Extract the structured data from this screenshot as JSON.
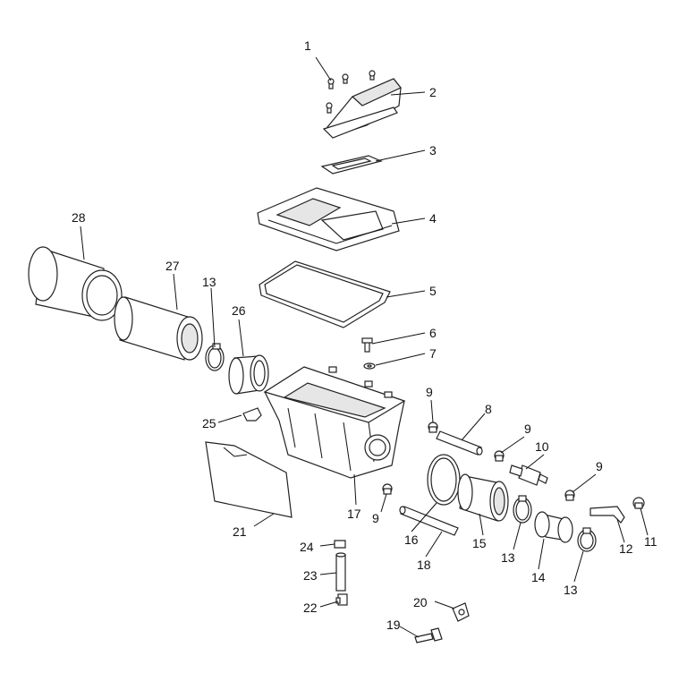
{
  "diagram": {
    "callouts": [
      {
        "id": "c1",
        "text": "1"
      },
      {
        "id": "c2",
        "text": "2"
      },
      {
        "id": "c3",
        "text": "3"
      },
      {
        "id": "c4",
        "text": "4"
      },
      {
        "id": "c5",
        "text": "5"
      },
      {
        "id": "c6",
        "text": "6"
      },
      {
        "id": "c7",
        "text": "7"
      },
      {
        "id": "c8",
        "text": "8"
      },
      {
        "id": "c9a",
        "text": "9"
      },
      {
        "id": "c9b",
        "text": "9"
      },
      {
        "id": "c9c",
        "text": "9"
      },
      {
        "id": "c9d",
        "text": "9"
      },
      {
        "id": "c10",
        "text": "10"
      },
      {
        "id": "c11",
        "text": "11"
      },
      {
        "id": "c12",
        "text": "12"
      },
      {
        "id": "c13a",
        "text": "13"
      },
      {
        "id": "c13b",
        "text": "13"
      },
      {
        "id": "c13c",
        "text": "13"
      },
      {
        "id": "c14",
        "text": "14"
      },
      {
        "id": "c15",
        "text": "15"
      },
      {
        "id": "c16",
        "text": "16"
      },
      {
        "id": "c17",
        "text": "17"
      },
      {
        "id": "c18",
        "text": "18"
      },
      {
        "id": "c19",
        "text": "19"
      },
      {
        "id": "c20",
        "text": "20"
      },
      {
        "id": "c21",
        "text": "21"
      },
      {
        "id": "c22",
        "text": "22"
      },
      {
        "id": "c23",
        "text": "23"
      },
      {
        "id": "c24",
        "text": "24"
      },
      {
        "id": "c25",
        "text": "25"
      },
      {
        "id": "c26",
        "text": "26"
      },
      {
        "id": "c27",
        "text": "27"
      },
      {
        "id": "c28",
        "text": "28"
      }
    ]
  }
}
